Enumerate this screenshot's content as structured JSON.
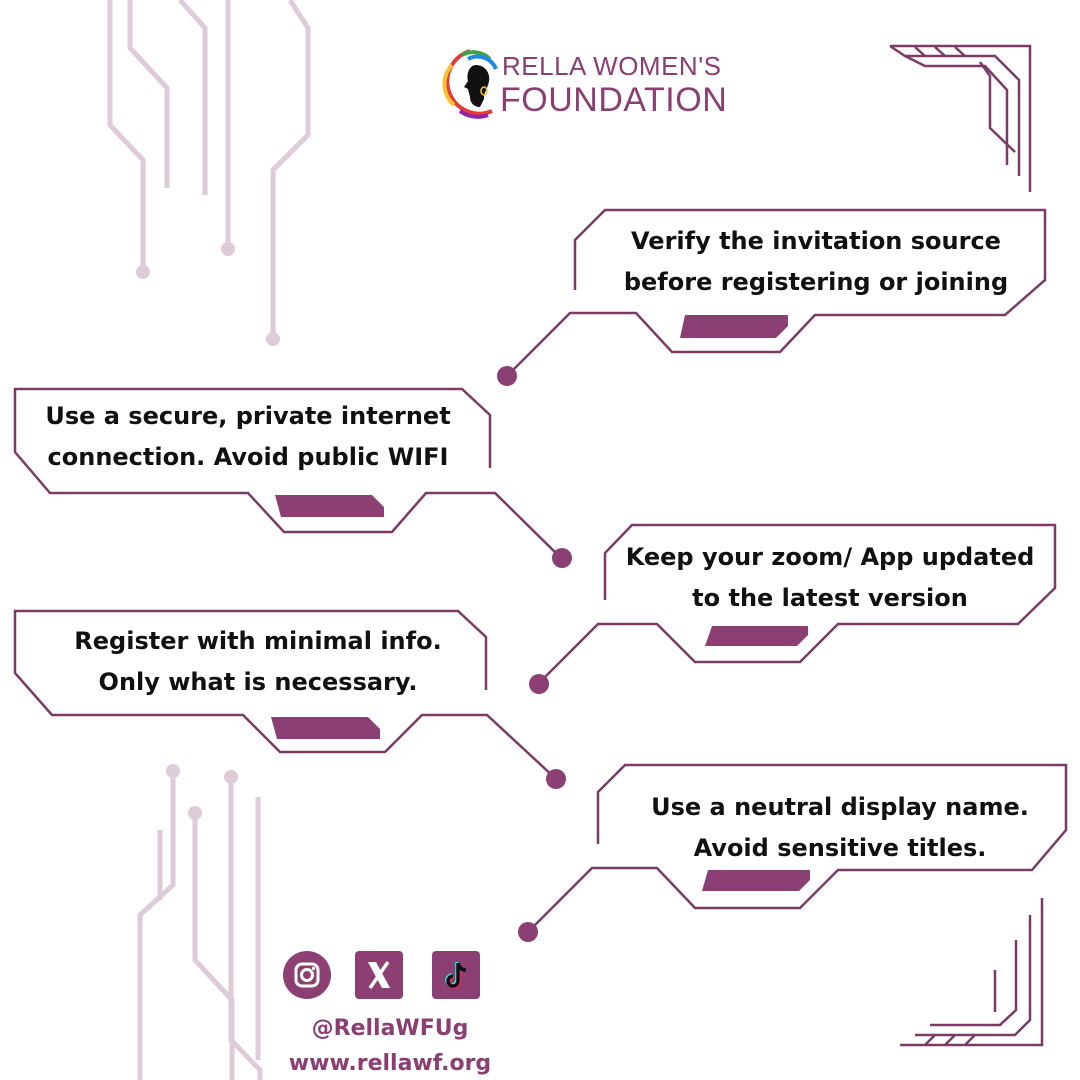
{
  "brand": {
    "name_line1": "RELLA WOMEN'S",
    "name_line2": "FOUNDATION",
    "primary_color": "#8b3f73",
    "accent_light": "#ddcbd8"
  },
  "tips": [
    {
      "line1": "Verify the invitation source",
      "line2": "before registering or joining"
    },
    {
      "line1": "Use a secure, private internet",
      "line2": "connection. Avoid public WIFI"
    },
    {
      "line1": "Keep your zoom/ App updated",
      "line2": "to the latest version"
    },
    {
      "line1": "Register with minimal info.",
      "line2": "Only what is necessary."
    },
    {
      "line1": "Use a neutral display name.",
      "line2": "Avoid sensitive titles."
    }
  ],
  "social": {
    "icons": [
      "instagram-icon",
      "x-icon",
      "tiktok-icon"
    ],
    "handle": "@RellaWFUg",
    "website": "www.rellawf.org"
  }
}
